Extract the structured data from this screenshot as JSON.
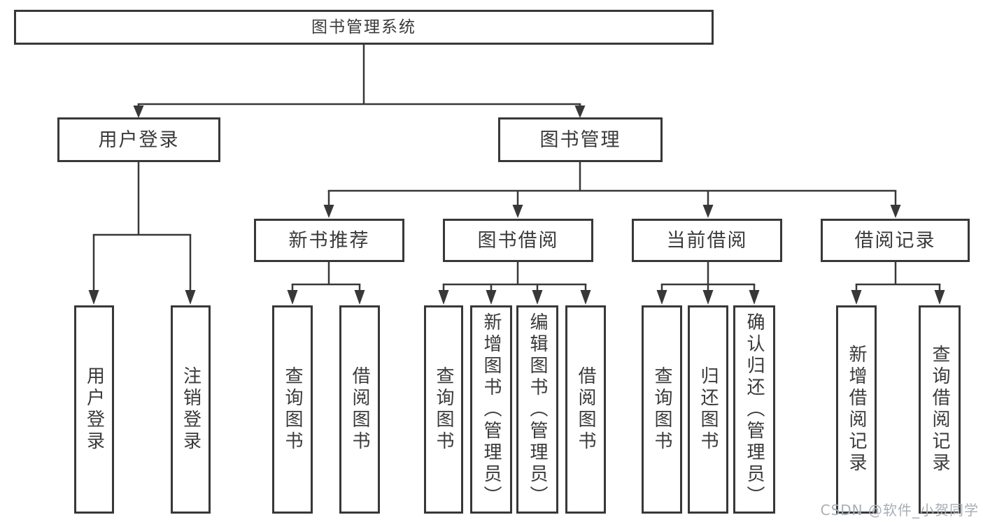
{
  "diagram": {
    "type": "hierarchy-tree",
    "nodes": {
      "root": "图书管理系统",
      "login": "用户登录",
      "mgmt": "图书管理",
      "recommend": "新书推荐",
      "borrow": "图书借阅",
      "current": "当前借阅",
      "records": "借阅记录",
      "leaf_user_login": "用户登录",
      "leaf_logout": "注销登录",
      "leaf_rec_query": "查询图书",
      "leaf_rec_borrow": "借阅图书",
      "leaf_bor_query": "查询图书",
      "leaf_bor_add": "新增图书（管理员）",
      "leaf_bor_edit": "编辑图书（管理员）",
      "leaf_bor_borrow": "借阅图书",
      "leaf_cur_query": "查询图书",
      "leaf_cur_return": "归还图书",
      "leaf_cur_confirm": "确认归还（管理员）",
      "leaf_rec_add_record": "新增借阅记录",
      "leaf_rec_query_record": "查询借阅记录"
    },
    "edges": [
      [
        "root",
        "login"
      ],
      [
        "root",
        "mgmt"
      ],
      [
        "login",
        "leaf_user_login"
      ],
      [
        "login",
        "leaf_logout"
      ],
      [
        "mgmt",
        "recommend"
      ],
      [
        "mgmt",
        "borrow"
      ],
      [
        "mgmt",
        "current"
      ],
      [
        "mgmt",
        "records"
      ],
      [
        "recommend",
        "leaf_rec_query"
      ],
      [
        "recommend",
        "leaf_rec_borrow"
      ],
      [
        "borrow",
        "leaf_bor_query"
      ],
      [
        "borrow",
        "leaf_bor_add"
      ],
      [
        "borrow",
        "leaf_bor_edit"
      ],
      [
        "borrow",
        "leaf_bor_borrow"
      ],
      [
        "current",
        "leaf_cur_query"
      ],
      [
        "current",
        "leaf_cur_return"
      ],
      [
        "current",
        "leaf_cur_confirm"
      ],
      [
        "records",
        "leaf_rec_add_record"
      ],
      [
        "records",
        "leaf_rec_query_record"
      ]
    ],
    "colors": {
      "line": "#383838",
      "text": "#3a3a3a",
      "background": "#ffffff",
      "watermark": "#a8aeb6"
    }
  },
  "watermark": "CSDN @软件_小贺同学"
}
